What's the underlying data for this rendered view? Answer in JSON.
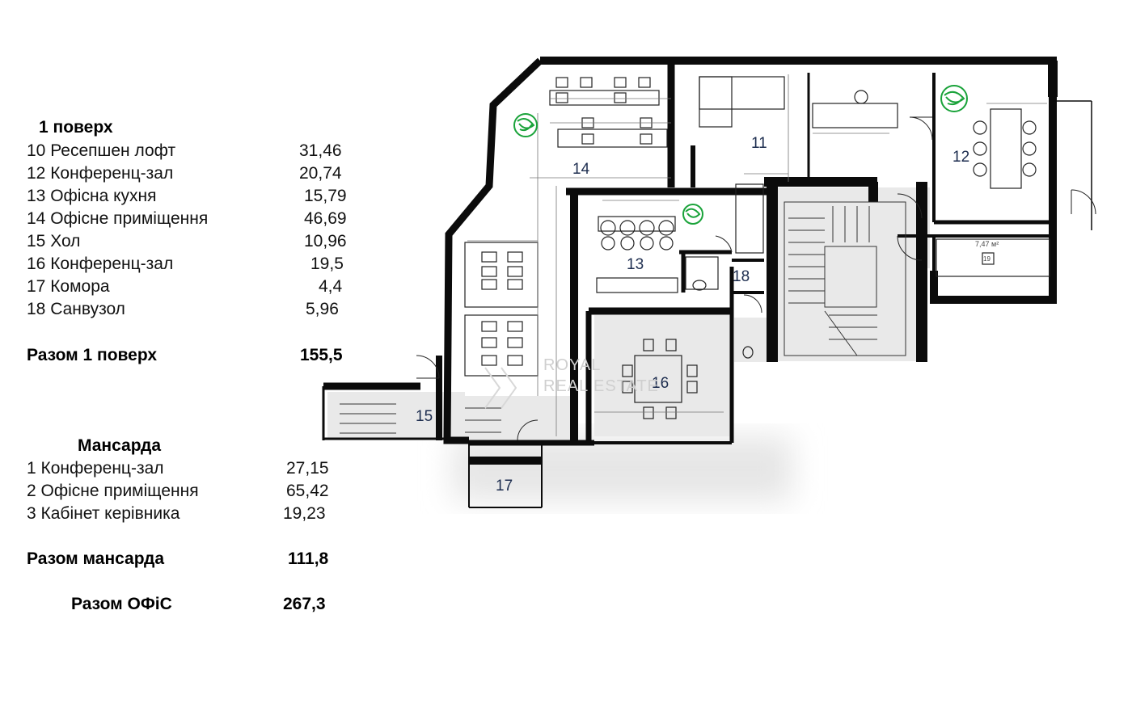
{
  "floor1": {
    "title": "1 поверх",
    "items": [
      {
        "label": "10 Ресепшен лофт",
        "area": "31,46"
      },
      {
        "label": "12 Конференц-зал",
        "area": "20,74"
      },
      {
        "label": "13 Офісна кухня",
        "area": "15,79"
      },
      {
        "label": "14 Офісне приміщення",
        "area": "46,69"
      },
      {
        "label": "15 Хол",
        "area": "10,96"
      },
      {
        "label": "16 Конференц-зал",
        "area": "19,5"
      },
      {
        "label": "17 Комора",
        "area": "4,4"
      },
      {
        "label": "18 Санвузол",
        "area": "5,96"
      }
    ],
    "total_label": "Разом 1 поверх",
    "total_value": "155,5"
  },
  "attic": {
    "title": "Мансарда",
    "items": [
      {
        "label": "1 Конференц-зал",
        "area": "27,15"
      },
      {
        "label": "2 Офісне приміщення",
        "area": "65,42"
      },
      {
        "label": "3 Кабінет керівника",
        "area": "19,23"
      }
    ],
    "total_label": "Разом мансарда",
    "total_value": "111,8"
  },
  "office_total": {
    "label": "Разом  ОФіС",
    "value": "267,3"
  },
  "plan": {
    "room_labels": [
      "11",
      "12",
      "13",
      "14",
      "15",
      "16",
      "17",
      "18"
    ],
    "room19_area": "7,47 м²",
    "room19_tag": "19",
    "watermark_line1": "ROYAL",
    "watermark_line2": "REAL ESTATE",
    "wall_color": "#0b0b0b",
    "label_color": "#1d2d4f",
    "plant_color": "#1aa33a"
  }
}
